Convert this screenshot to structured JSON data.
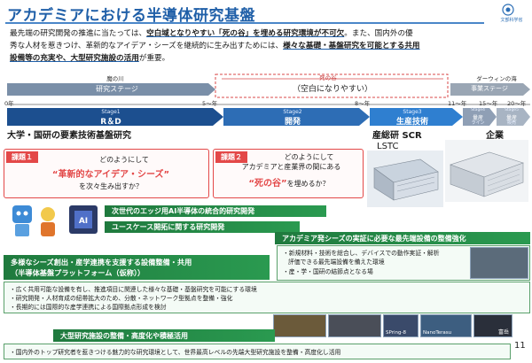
{
  "header": {
    "title": "アカデミアにおける半導体研究基盤",
    "logo_text": "文部科学省",
    "page_number": "11"
  },
  "intro": {
    "p1": "最先端の研究開発の推進に当たっては、",
    "h1": "空白域となりやすい「死の谷」を埋める研究環境が不可欠",
    "p2": "。また、国内外の優",
    "line2_a": "秀な人材を惹きつけ、革新的なアイデア・シーズを継続的に生み出すためには、",
    "h2": "様々な基礎・基盤研究を可能とする共用",
    "line3_h": "設備等の充実や、大型研究施設の活用",
    "line3_b": "が重要。"
  },
  "timeline": {
    "left_label": "魔の川",
    "left_stage": "研究ステージ",
    "mid_label": "死の谷",
    "mid_sub": "（空白になりやすい）",
    "right_label": "ダーウィンの海",
    "right_stage": "事業ステージ",
    "years": [
      "0年",
      "5～年",
      "8～年",
      "11～年",
      "15～年",
      "20～年"
    ],
    "stages": [
      {
        "top": "Stage1",
        "name": "R＆D"
      },
      {
        "top": "Stage2",
        "name": "開発"
      },
      {
        "top": "Stage3",
        "name": "生産技術"
      },
      {
        "top": "Stage4",
        "name": "量産",
        "sub": "ライン"
      },
      {
        "top": "Stage5",
        "name": "量産",
        "sub": "販売"
      }
    ],
    "caption_left": "大学・国研の要素技術基盤研究",
    "caption_mid": "産総研 SCR",
    "caption_right": "企業",
    "lstc": "LSTC"
  },
  "kadai": [
    {
      "tag": "課題１",
      "l1": "どのようにして",
      "em": "“革新的なアイデア・シーズ”",
      "l3": "を次々生み出すか？"
    },
    {
      "tag": "課題２",
      "l1": "どのようにして",
      "l2": "アカデミアと産業界の間にある",
      "em": "“死の谷”",
      "l3": "を埋めるか？"
    }
  ],
  "banners": {
    "b1": "次世代のエッジ用AI半導体の統合的研究開発",
    "b2": "ユースケース開拓に関する研究開発",
    "b3": "アカデミア発シーズの実証に必要な最先端設備の整備強化",
    "b4": "多様なシーズ創出・産学連携を支援する設備整備・共用",
    "b4_sub": "（半導体基盤プラットフォーム（仮称））",
    "b5": "大型研究施設の整備・高度化や積極活用"
  },
  "lists": {
    "right": [
      "・新規材料・技術を総合し、デバイスでの動作実証・解析",
      "評価できる最先端設備を備えた環境",
      "・産・学・国研の結節点となる場"
    ],
    "left": [
      "・広く共用可能な設備を有し、推進項目に関連した様々な基礎・基盤研究を可能にする環境",
      "・研究開発・人材育成の紐帯拡大のため、分散・ネットワーク型拠点を整備・強化",
      "・長期的には国際的な産学連携による国際拠点形成を検討"
    ],
    "bottom": "・国内外のトップ研究者を惹きつける魅力的な研究環境として、世界最高レベルの先端大型研究施設を整備・高度化し活用"
  },
  "facility_labels": {
    "spring8": "SPring-8",
    "nano": "NanoTerasu",
    "fugaku": "富岳"
  },
  "colors": {
    "blue": "#1f5fa8",
    "red": "#e34848",
    "green": "#1f7a3e"
  }
}
